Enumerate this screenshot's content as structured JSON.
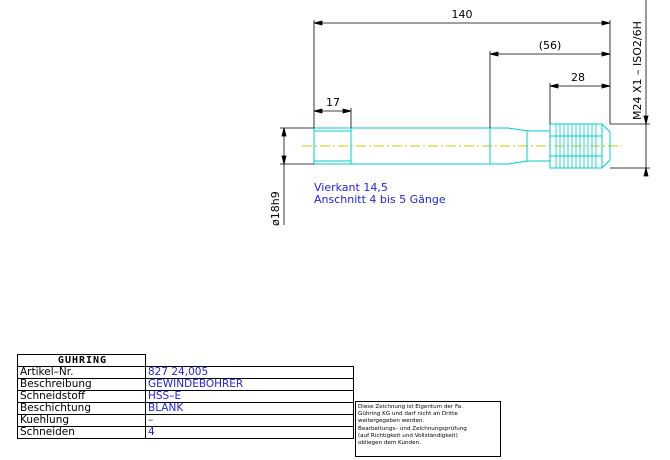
{
  "dimensions": {
    "overall_length": "140",
    "shank_length": "(56)",
    "thread_length": "28",
    "square_length": "17",
    "shank_diameter": "ø18h9",
    "thread_spec": "M24  X1  –  ISO2/6H"
  },
  "notes": {
    "line1": "Vierkant 14,5",
    "line2": "Anschnitt 4 bis 5 Gänge"
  },
  "title_block": {
    "logo": "GÜHRING",
    "rows": [
      {
        "label": "Artikel–Nr.",
        "value": "827 24,005"
      },
      {
        "label": "Beschreibung",
        "value": "GEWINDEBOHRER"
      },
      {
        "label": "Schneidstoff",
        "value": "HSS–E"
      },
      {
        "label": "Beschichtung",
        "value": "BLANK"
      },
      {
        "label": "Kuehlung",
        "value": "–"
      },
      {
        "label": "Schneiden",
        "value": "4"
      }
    ]
  },
  "disclaimer": {
    "line1": "Diese Zeichnung ist Eigentum der Fa.",
    "line2": "Gühring KG und darf nicht an Dritte",
    "line3": "weitergegeben werden.",
    "line4": "Bearbeitungs– und Zeichnungsprüfung",
    "line5": "(auf Richtigkeit und Vollständigkeit)",
    "line6": "obliegen dem Kunden."
  },
  "colors": {
    "outline": "#00cccc",
    "center_line": "#cccc00",
    "dimension": "#000000",
    "text_blue": "#2222ee"
  }
}
